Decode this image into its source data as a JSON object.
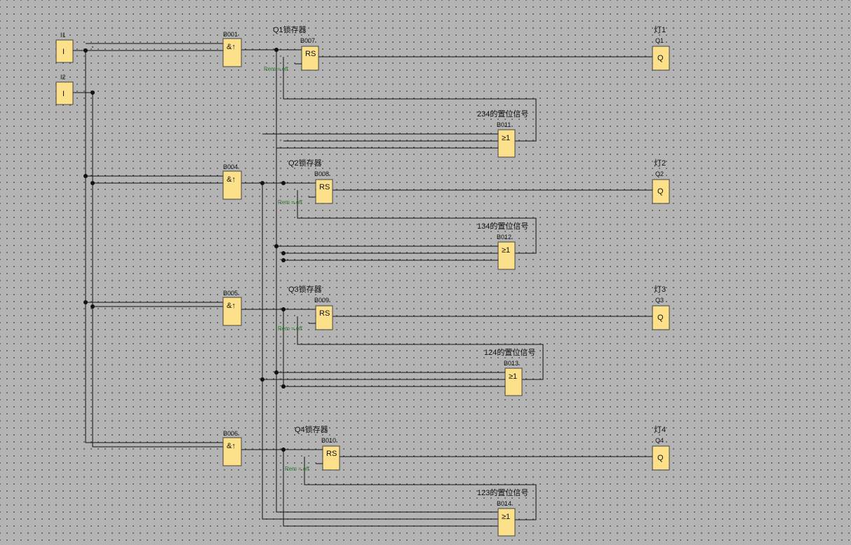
{
  "inputs": [
    {
      "id": "I1",
      "symbol": "I"
    },
    {
      "id": "I2",
      "symbol": "I"
    }
  ],
  "and_blocks": [
    {
      "id": "B001",
      "symbol": "&↑"
    },
    {
      "id": "B004",
      "symbol": "&↑"
    },
    {
      "id": "B005",
      "symbol": "&↑"
    },
    {
      "id": "B006",
      "symbol": "&↑"
    }
  ],
  "rs_blocks": [
    {
      "id": "B007",
      "symbol": "RS",
      "title": "Q1锁存器",
      "rem": "Rem = off"
    },
    {
      "id": "B008",
      "symbol": "RS",
      "title": "Q2锁存器",
      "rem": "Rem = off"
    },
    {
      "id": "B009",
      "symbol": "RS",
      "title": "Q3锁存器",
      "rem": "Rem = off"
    },
    {
      "id": "B010",
      "symbol": "RS",
      "title": "Q4锁存器",
      "rem": "Rem = off"
    }
  ],
  "or_blocks": [
    {
      "id": "B011",
      "symbol": "≥1",
      "title": "234的置位信号"
    },
    {
      "id": "B012",
      "symbol": "≥1",
      "title": "134的置位信号"
    },
    {
      "id": "B013",
      "symbol": "≥1",
      "title": "124的置位信号"
    },
    {
      "id": "B014",
      "symbol": "≥1",
      "title": "123的置位信号"
    }
  ],
  "outputs": [
    {
      "id": "Q1",
      "symbol": "Q",
      "title": "灯1"
    },
    {
      "id": "Q2",
      "symbol": "Q",
      "title": "灯2"
    },
    {
      "id": "Q3",
      "symbol": "Q",
      "title": "灯3"
    },
    {
      "id": "Q4",
      "symbol": "Q",
      "title": "灯4"
    }
  ]
}
